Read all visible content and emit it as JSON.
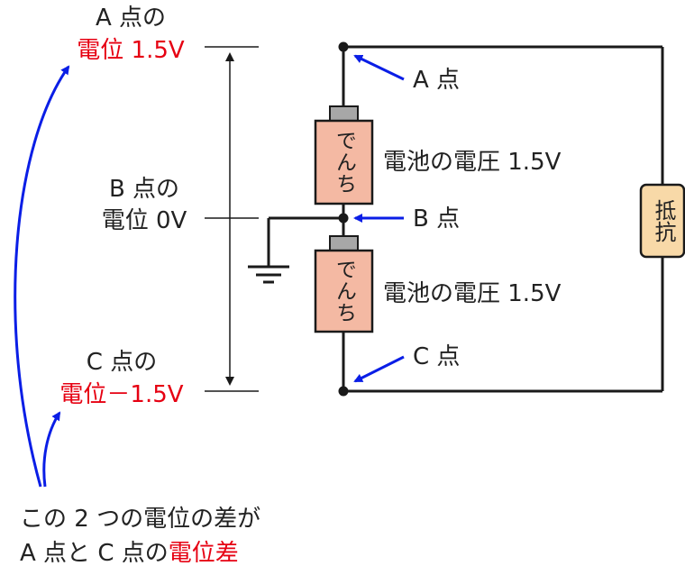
{
  "colors": {
    "line": "#1a1a1a",
    "red": "#e60012",
    "blue": "#0a1ee6",
    "battery_body": "#f4b9a3",
    "battery_cap": "#a7a7a7",
    "resistor": "#f8d9a8",
    "ground": "#1a1a1a"
  },
  "labels": {
    "a_point_title": "A 点の",
    "a_point_potential": "電位 1.5V",
    "b_point_title": "B 点の",
    "b_point_potential": "電位 0V",
    "c_point_title": "C 点の",
    "c_point_potential": "電位－1.5V",
    "node_a": "A 点",
    "node_b": "B 点",
    "node_c": "C 点",
    "battery_top_voltage": "電池の電圧 1.5V",
    "battery_bottom_voltage": "電池の電圧 1.5V",
    "battery_text": "でんち",
    "resistor_text": "抵抗",
    "note_line1": "この 2 つの電位の差が",
    "note_line2_prefix": "A 点と C 点の",
    "note_line2_emph": "電位差"
  }
}
